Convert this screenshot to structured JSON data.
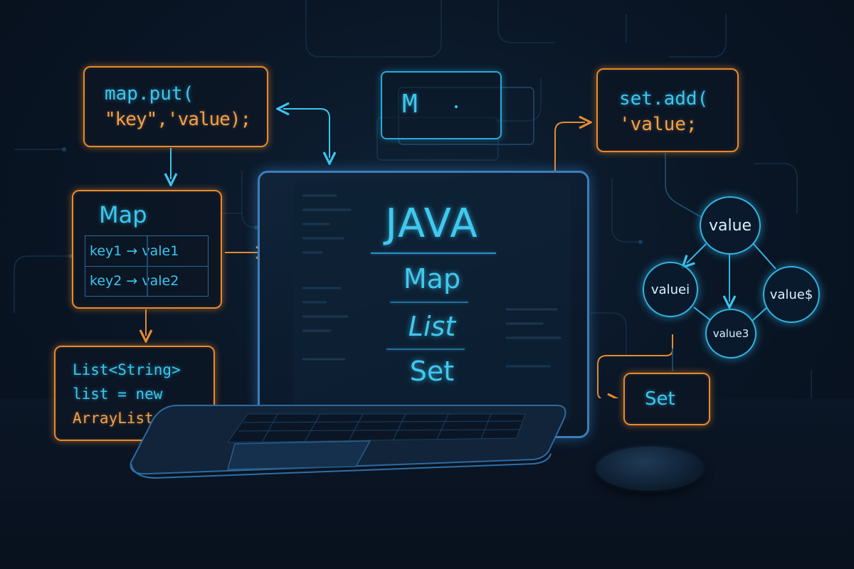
{
  "colors": {
    "accent_orange": "#e68a2e",
    "accent_cyan": "#3cc6ee",
    "background": "#0a1727"
  },
  "map_put_box": {
    "line1": "map.put(",
    "line2": "\"key\",'value);"
  },
  "m_box": {
    "letter": "M"
  },
  "set_add_box": {
    "line1": "set.add(",
    "line2": "'value;"
  },
  "map_box": {
    "title": "Map",
    "rows": [
      "key1 → vale1",
      "key2 → vale2"
    ]
  },
  "list_box": {
    "line1": "List<String>",
    "line2": "list = new",
    "line3": "ArrayList<>(;"
  },
  "laptop_screen": {
    "title": "JAVA",
    "items": [
      "Map",
      "List",
      "Set"
    ]
  },
  "set_graph": {
    "nodes": [
      "value",
      "valuei",
      "value$",
      "value3"
    ]
  },
  "set_box": {
    "label": "Set"
  },
  "icons": [
    "laptop-icon",
    "mouse-icon"
  ]
}
